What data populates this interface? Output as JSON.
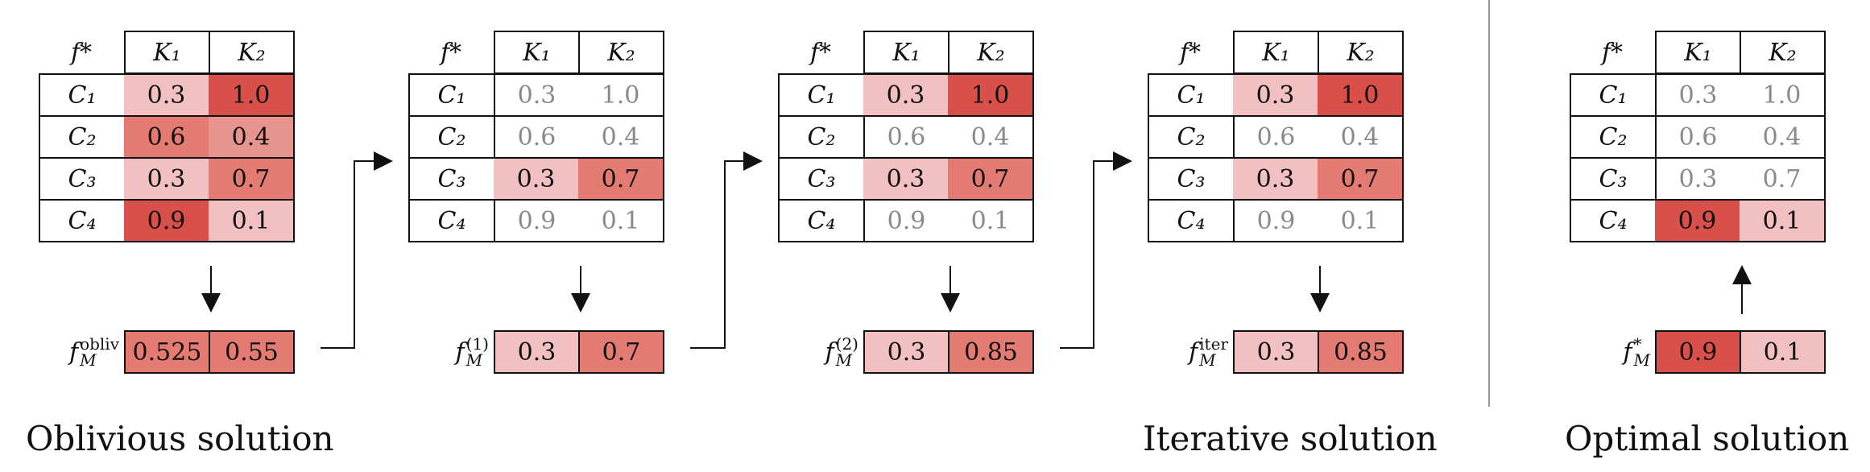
{
  "header": {
    "corner": "f*",
    "cols": [
      "K₁",
      "K₂"
    ]
  },
  "row_labels": [
    "C₁",
    "C₂",
    "C₃",
    "C₄"
  ],
  "panels": [
    {
      "id": "oblivious",
      "rows": [
        [
          "0.3",
          "1.0"
        ],
        [
          "0.6",
          "0.4"
        ],
        [
          "0.3",
          "0.7"
        ],
        [
          "0.9",
          "0.1"
        ]
      ],
      "output_label": "f_M^obliv",
      "output": [
        "0.525",
        "0.55"
      ]
    },
    {
      "id": "step1",
      "rows": [
        [
          "0.3",
          "1.0"
        ],
        [
          "0.6",
          "0.4"
        ],
        [
          "0.3",
          "0.7"
        ],
        [
          "0.9",
          "0.1"
        ]
      ],
      "highlighted_row": 3,
      "output_label": "f_M^(1)",
      "output": [
        "0.3",
        "0.7"
      ]
    },
    {
      "id": "step2",
      "rows": [
        [
          "0.3",
          "1.0"
        ],
        [
          "0.6",
          "0.4"
        ],
        [
          "0.3",
          "0.7"
        ],
        [
          "0.9",
          "0.1"
        ]
      ],
      "highlighted_rows": [
        1,
        3
      ],
      "output_label": "f_M^(2)",
      "output": [
        "0.3",
        "0.85"
      ]
    },
    {
      "id": "iterative",
      "rows": [
        [
          "0.3",
          "1.0"
        ],
        [
          "0.6",
          "0.4"
        ],
        [
          "0.3",
          "0.7"
        ],
        [
          "0.9",
          "0.1"
        ]
      ],
      "highlighted_rows": [
        1,
        3
      ],
      "output_label": "f_M^iter",
      "output": [
        "0.3",
        "0.85"
      ]
    },
    {
      "id": "optimal",
      "rows": [
        [
          "0.3",
          "1.0"
        ],
        [
          "0.6",
          "0.4"
        ],
        [
          "0.3",
          "0.7"
        ],
        [
          "0.9",
          "0.1"
        ]
      ],
      "highlighted_row": 4,
      "output_label": "f_M^*",
      "output": [
        "0.9",
        "0.1"
      ]
    }
  ],
  "captions": {
    "oblivious": "Oblivious solution",
    "iterative": "Iterative solution",
    "optimal": "Optimal solution"
  },
  "colors": {
    "light": "#f2c0c0",
    "mid_light": "#e7948f",
    "mid": "#e37b72",
    "dark": "#d9504a",
    "grey_text": "#8a8a8a"
  }
}
